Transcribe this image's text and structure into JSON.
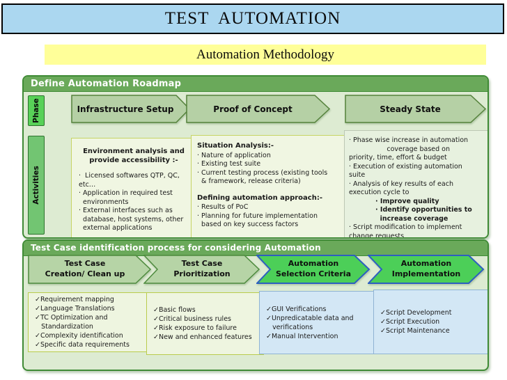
{
  "slide": {
    "title": "TEST  AUTOMATION",
    "subtitle": "Automation Methodology"
  },
  "roadmap": {
    "header": "Define Automation Roadmap",
    "phase_label": "Phase",
    "activities_label": "Activities",
    "phases": [
      {
        "label": "Infrastructure Setup"
      },
      {
        "label": "Proof of Concept"
      },
      {
        "label": "Steady State"
      }
    ],
    "infrastructure_box": {
      "heading": "Environment analysis and\nprovide accessibility :-",
      "bullets": "·  Licensed softwares QTP, QC, etc…\n· Application in required test\n  environments\n· External interfaces such as\n  database, host systems, other\n  external applications"
    },
    "poc_box": {
      "heading1": "Situation Analysis:-",
      "bullets1": "· Nature of application\n· Existing test suite\n· Current testing process (existing tools\n  & framework, release criteria)",
      "heading2": "Defining automation approach:-",
      "bullets2": "· Results of PoC\n· Planning for future implementation\n  based on key success factors"
    },
    "steady_box": {
      "part1": "· Phase wise increase in automation\n                  coverage based on\npriority, time, effort & budget\n· Execution of existing automation\nsuite\n· Analysis of key results of each\nexecution cycle to",
      "part2_bold": "· Improve quality\n· Identify opportunities to\n  increase coverage",
      "part3": "· Script modification to implement\nchange requests"
    }
  },
  "testcase": {
    "header": "Test Case identification process for considering Automation",
    "steps": [
      {
        "label": "Test Case\nCreation/ Clean up"
      },
      {
        "label": "Test Case\nPrioritization"
      },
      {
        "label": "Automation\nSelection Criteria"
      },
      {
        "label": "Automation\nImplementation"
      }
    ],
    "creation_box": "✓Requirement mapping\n✓Language Translations\n✓TC Optimization and\n   Standardization\n✓Complexity identification\n✓Specific data requirements",
    "prioritization_box": "✓Basic flows\n✓Critical business rules\n✓Risk exposure to failure\n✓New and enhanced features",
    "selection_box": "✓GUI Verifications\n✓Unpredicatable data and\n   verifications\n✓Manual Intervention",
    "implementation_box": "✓Script Development\n✓Script Execution\n✓Script Maintenance"
  },
  "colors": {
    "title_bg": "#abd7f0",
    "subtitle_bg": "#ffff99",
    "panel_bg": "#ddebd2",
    "panel_border": "#3f8a35",
    "panel_header_bg": "#6aa95a",
    "sage_chevron_fill": "#b5d0a5",
    "sage_chevron_border": "#54813b",
    "bright_chevron_fill": "#4ccf58",
    "bright_chevron_border": "#2d5fc0",
    "note_green_bg": "#f0f6e2",
    "check_green_bg": "#eef5e0",
    "check_blue_bg": "#d3e7f5"
  }
}
